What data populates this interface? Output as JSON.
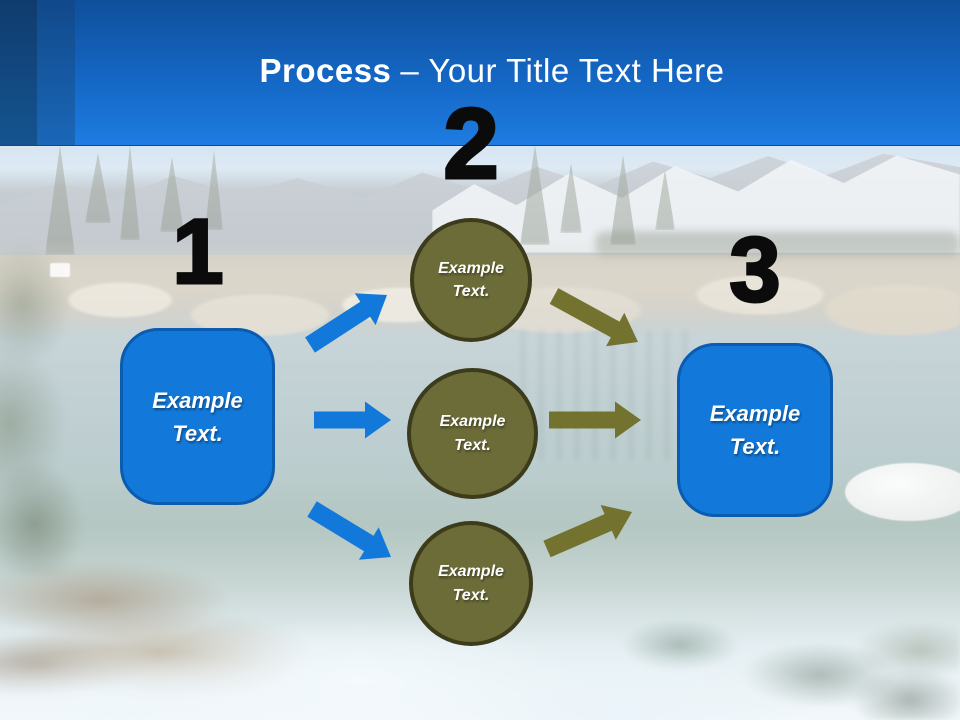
{
  "title": {
    "bold": "Process",
    "rest": "– Your Title Text Here"
  },
  "steps": {
    "one": {
      "number": "1",
      "box_text": "Example Text."
    },
    "two": {
      "number": "2",
      "circle_top_text": "Example Text.",
      "circle_middle_text": "Example Text.",
      "circle_bottom_text": "Example Text."
    },
    "three": {
      "number": "3",
      "box_text": "Example Text."
    }
  },
  "colors": {
    "header_top": "#0f4f9c",
    "header_bottom": "#1e7ce2",
    "stripe_dark": "#0f3c6e",
    "stripe_mid": "#11498a",
    "accent_blue": "#1279da",
    "accent_blue_border": "#0b5bb0",
    "olive_fill": "#6c6c39",
    "olive_border": "#3c3c1c",
    "olive_arrow": "#73722e",
    "number_color": "#0b0b0b",
    "title_color": "#ffffff",
    "shape_text_color": "#ffffff"
  }
}
